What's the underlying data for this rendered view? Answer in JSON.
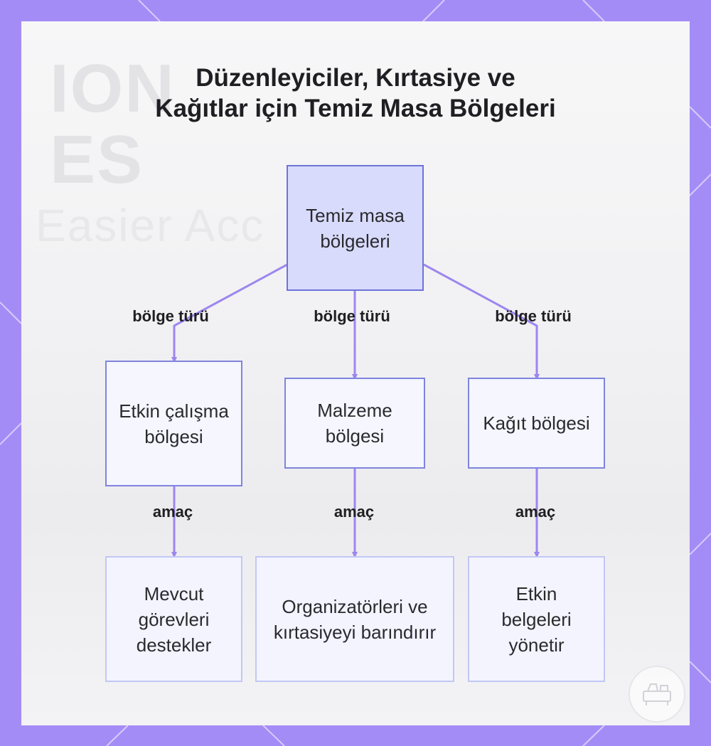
{
  "title": {
    "line1": "Düzenleyiciler, Kırtasiye ve",
    "line2": "Kağıtlar için Temiz Masa Bölgeleri"
  },
  "background_text": {
    "line1": "ION",
    "line2": "ES",
    "line3": "Easier Acc"
  },
  "nodes": {
    "root": "Temiz masa bölgeleri",
    "active_zone": "Etkin çalışma bölgesi",
    "supply_zone": "Malzeme bölgesi",
    "paper_zone": "Kağıt bölgesi",
    "active_purpose": "Mevcut görevleri destekler",
    "supply_purpose": "Organizatörleri ve kırtasiyeyi barındırır",
    "paper_purpose": "Etkin belgeleri yönetir"
  },
  "edges": {
    "zone_type": "bölge türü",
    "purpose": "amaç"
  },
  "colors": {
    "frame": "#a48cf6",
    "connector": "#9d86ee",
    "root_fill": "#d9dbfd",
    "root_border": "#6e73d8",
    "box_border": "#7f84de",
    "leaf_border": "#c3c7f4"
  },
  "icons": {
    "watermark": "logo-badge-icon"
  }
}
